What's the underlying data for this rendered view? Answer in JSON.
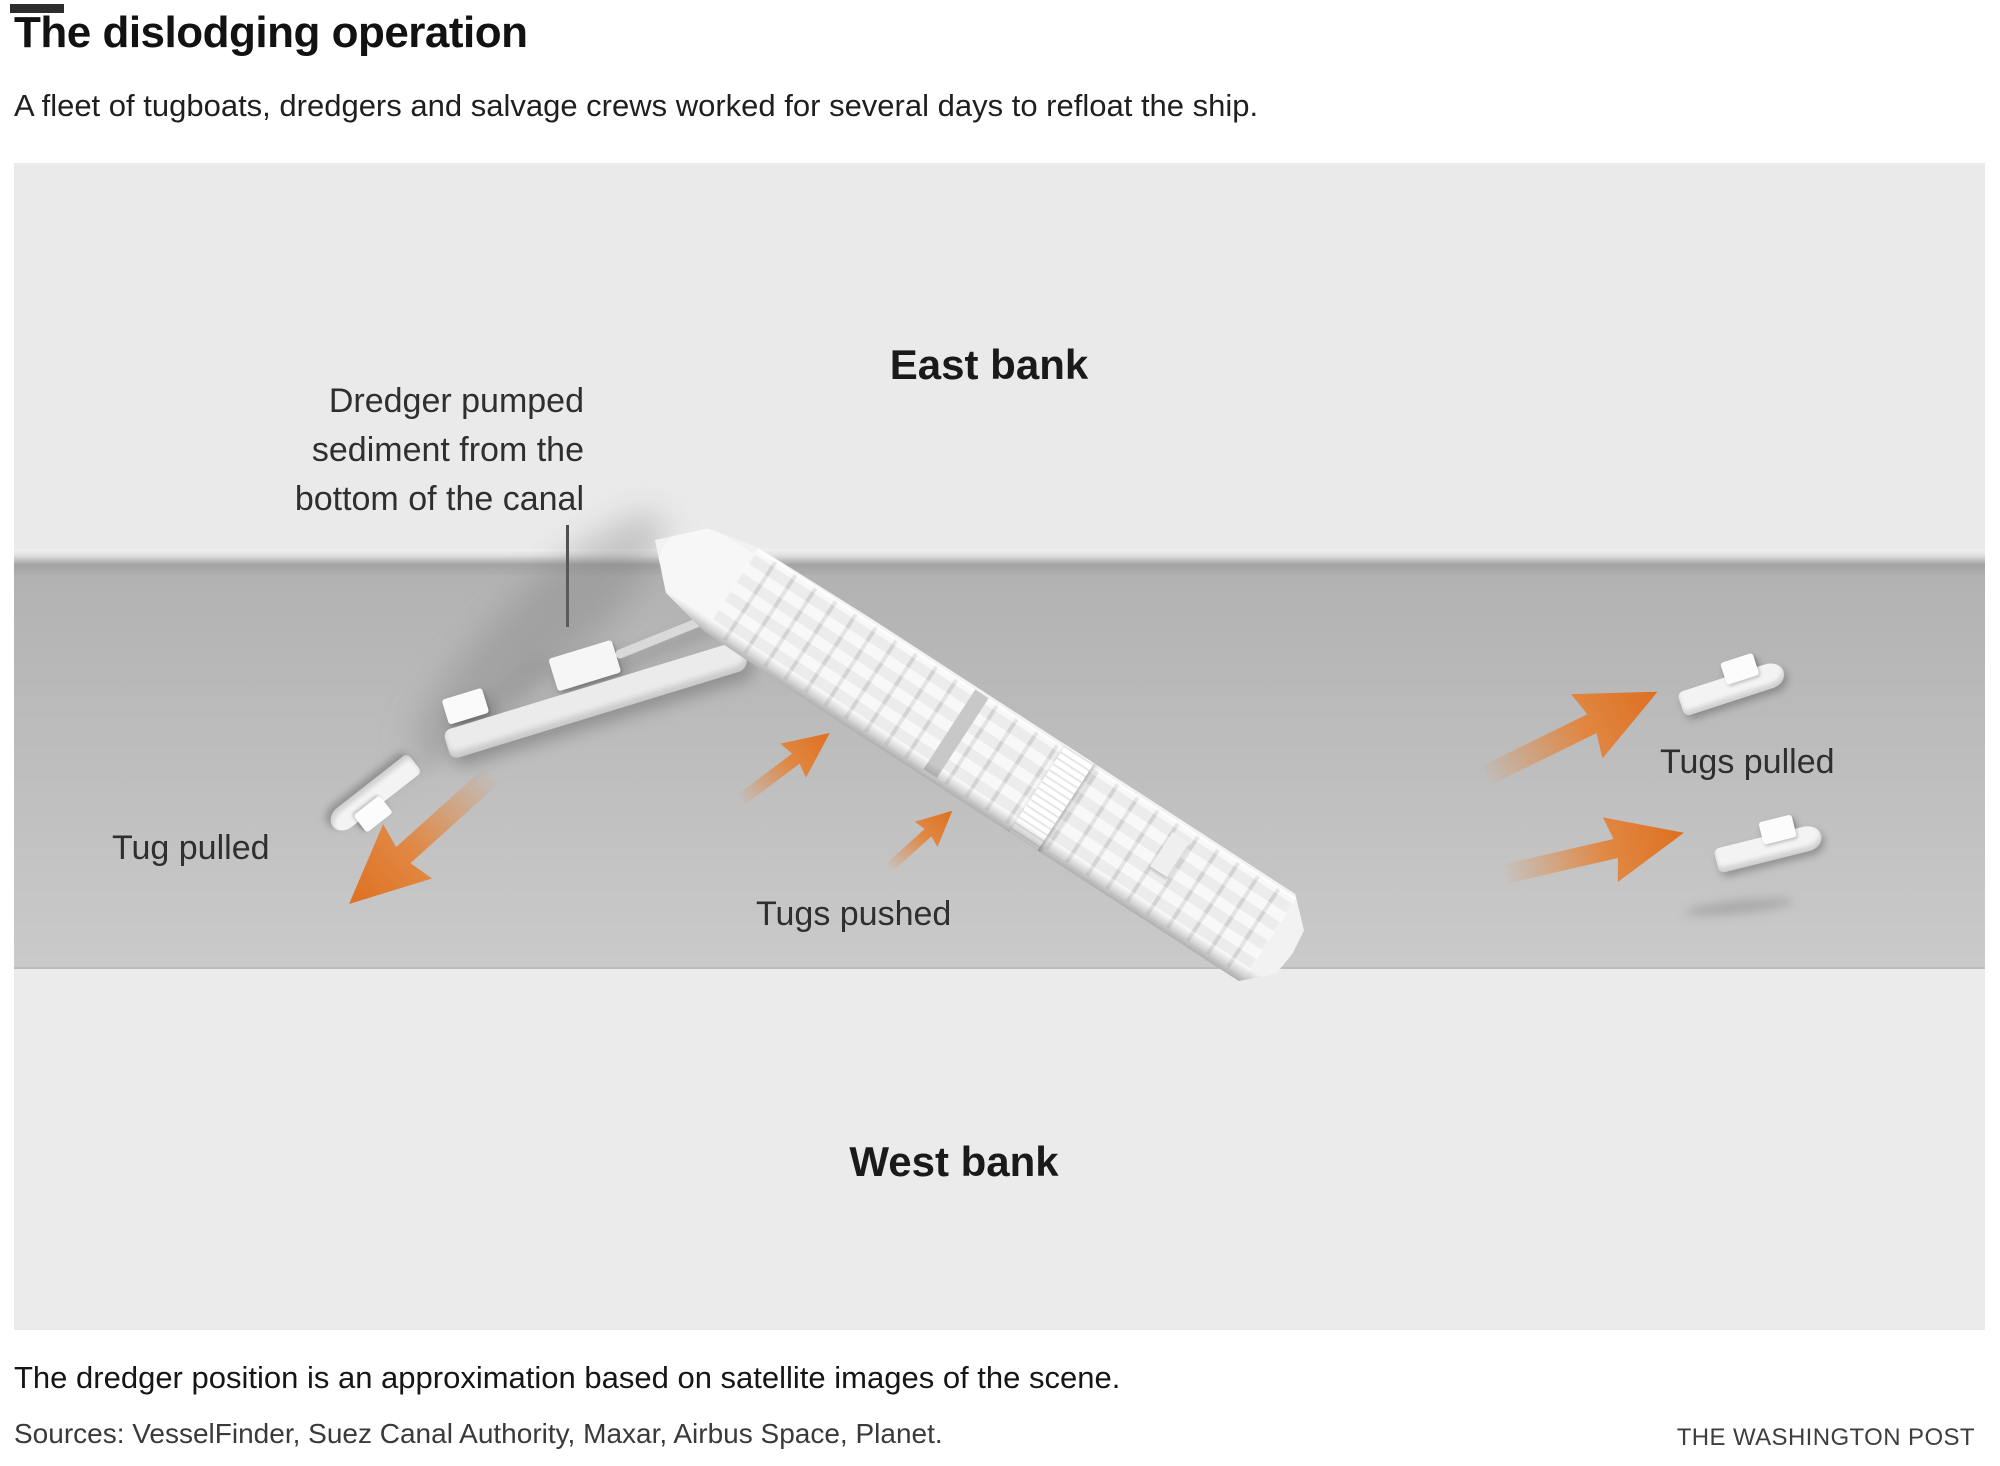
{
  "header": {
    "title": "The dislodging operation",
    "subtitle": "A fleet of tugboats, dredgers and salvage crews worked for several days to refloat the ship."
  },
  "diagram": {
    "labels": {
      "east_bank": "East bank",
      "west_bank": "West bank"
    },
    "annotations": {
      "dredger_lines": [
        "Dredger pumped",
        "sediment from the",
        "bottom of the canal"
      ],
      "tug_pulled": "Tug pulled",
      "tugs_pushed": "Tugs pushed",
      "tugs_pulled": "Tugs pulled"
    },
    "colors": {
      "arrow_orange": "#e67e2e",
      "arrow_orange_dark": "#de6f1f",
      "canal_top": "#b2b2b2",
      "canal_bottom": "#cacaca",
      "bank": "#eaeaea",
      "west_bank": "#ebebeb",
      "bank_edge": "#a4a4a4"
    }
  },
  "footer": {
    "note": "The dredger position is an approximation based on satellite images of the scene.",
    "sources": "Sources: VesselFinder, Suez Canal Authority, Maxar, Airbus Space, Planet.",
    "credit": "THE WASHINGTON POST"
  }
}
